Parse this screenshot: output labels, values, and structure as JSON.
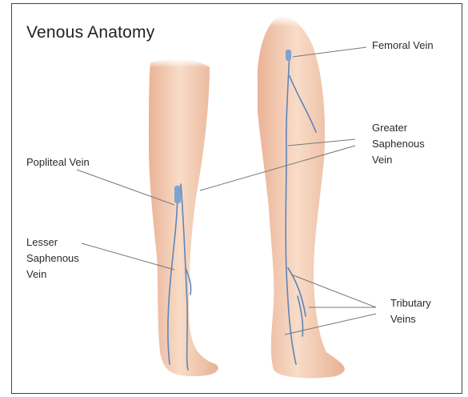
{
  "title": "Venous Anatomy",
  "labels": {
    "femoral_vein": "Femoral Vein",
    "greater_saphenous_vein": [
      "Greater",
      "Saphenous",
      "Vein"
    ],
    "popliteal_vein": "Popliteal Vein",
    "lesser_saphenous_vein": [
      "Lesser",
      "Saphenous",
      "Vein"
    ],
    "tributary_veins": [
      "Tributary",
      "Veins"
    ]
  },
  "colors": {
    "skin": "#f6d2bc",
    "skin_shade": "#eab397",
    "vein": "#5d86b8",
    "leader_line": "#777777"
  }
}
